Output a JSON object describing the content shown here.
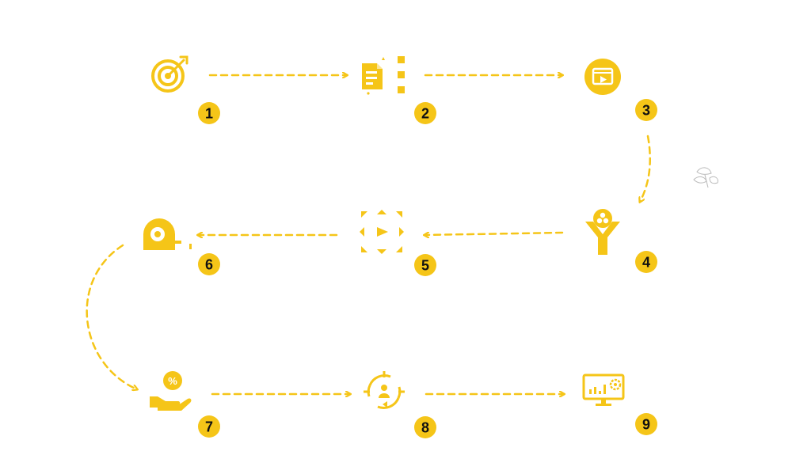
{
  "colors": {
    "accent": "#F5C518",
    "badge_text": "#111111",
    "watermark": "#BBBBBB"
  },
  "steps": [
    {
      "number": "1",
      "icon": "target-icon"
    },
    {
      "number": "2",
      "icon": "document-list-icon"
    },
    {
      "number": "3",
      "icon": "video-play-icon"
    },
    {
      "number": "4",
      "icon": "filter-funnel-icon"
    },
    {
      "number": "5",
      "icon": "expand-arrows-icon"
    },
    {
      "number": "6",
      "icon": "tape-measure-icon"
    },
    {
      "number": "7",
      "icon": "discount-hand-icon"
    },
    {
      "number": "8",
      "icon": "user-focus-icon"
    },
    {
      "number": "9",
      "icon": "monitor-chart-icon"
    }
  ],
  "watermark_icon": "leaf-sprout-icon"
}
